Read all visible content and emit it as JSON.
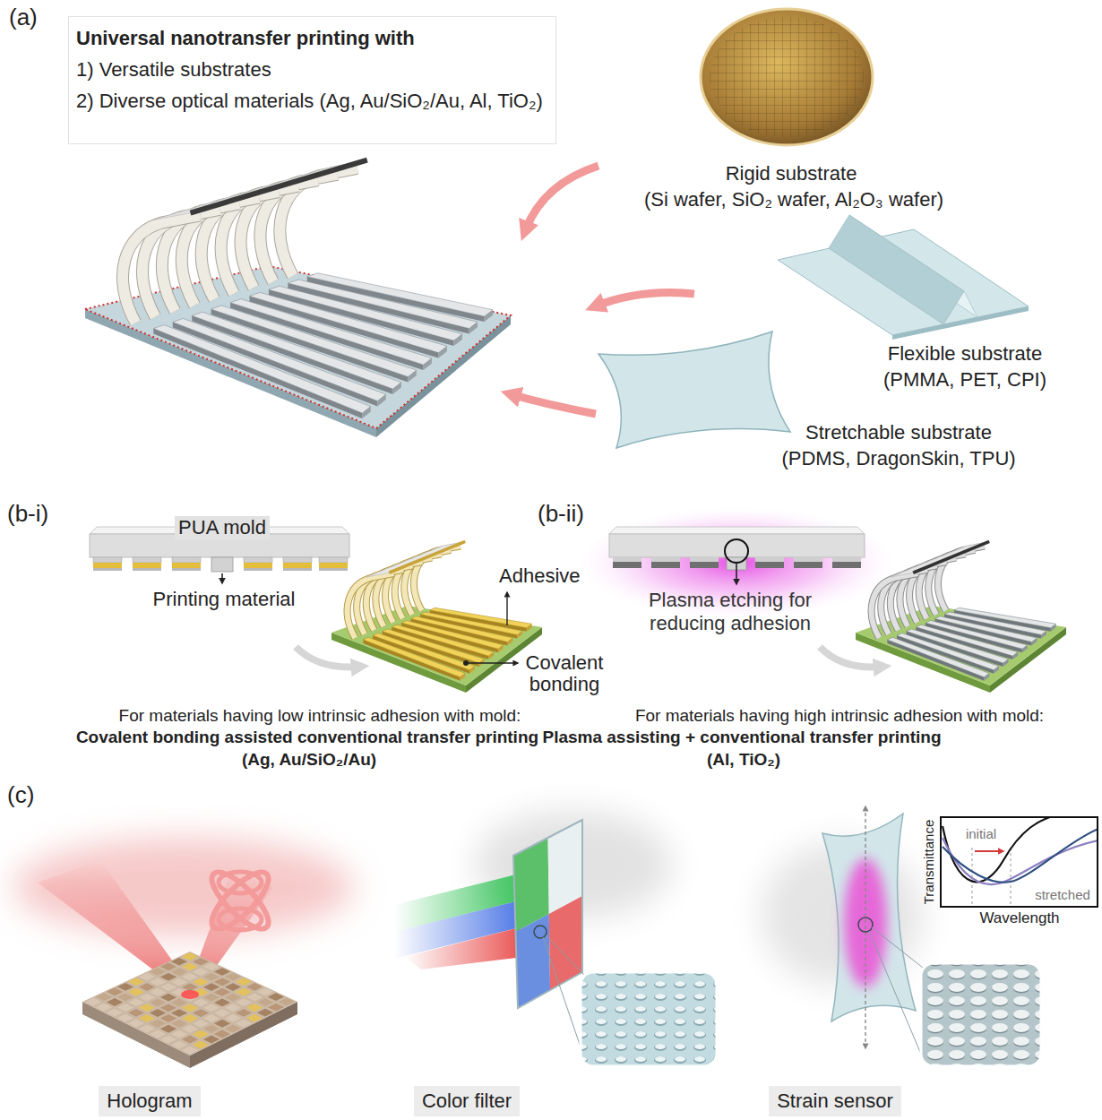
{
  "diagram": {
    "nodes": [
      {
        "text": [
          "Universal nanotransfer printing with",
          "1) Versatile substrates",
          "2) Diverse optical materials (Ag, Au/SiO₂/Au, Al, TiO₂)"
        ]
      },
      {
        "text": [
          "Hologram"
        ]
      },
      {
        "text": [
          "Color filter"
        ]
      },
      {
        "text": [
          "Strain sensor"
        ]
      }
    ],
    "labels": [
      "(a)",
      "Rigid substrate",
      "(Si wafer, SiO₂ wafer, Al₂O₃ wafer)",
      "Flexible substrate",
      "(PMMA, PET, CPI)",
      "Stretchable substrate",
      "(PDMS, DragonSkin, TPU)",
      "(b-i)",
      "PUA mold",
      "Printing material",
      "Adhesive",
      "Covalent bonding",
      "For materials having low intrinsic adhesion with mold:",
      "Covalent bonding assisted conventional transfer printing",
      "(Ag, Au/SiO₂/Au)",
      "(b-ii)",
      "Plasma etching for reducing adhesion",
      "For materials having high intrinsic adhesion with mold:",
      "Plasma assisting + conventional transfer printing",
      "(Al, TiO₂)",
      "(c)",
      "Transmittance",
      "initial",
      "stretched",
      "Wavelength"
    ]
  }
}
